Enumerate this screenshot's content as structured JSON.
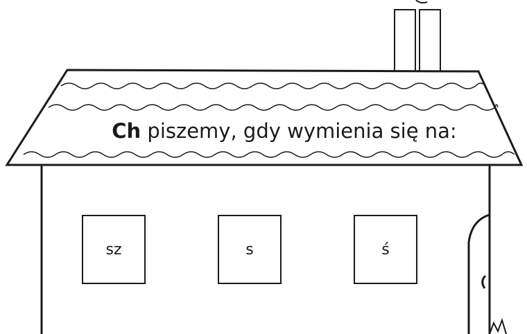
{
  "roof": {
    "title_bold": "Ch",
    "title_rest": " piszemy, gdy wymienia się na:"
  },
  "windows": [
    {
      "label": "sz"
    },
    {
      "label": "s"
    },
    {
      "label": "ś"
    }
  ]
}
